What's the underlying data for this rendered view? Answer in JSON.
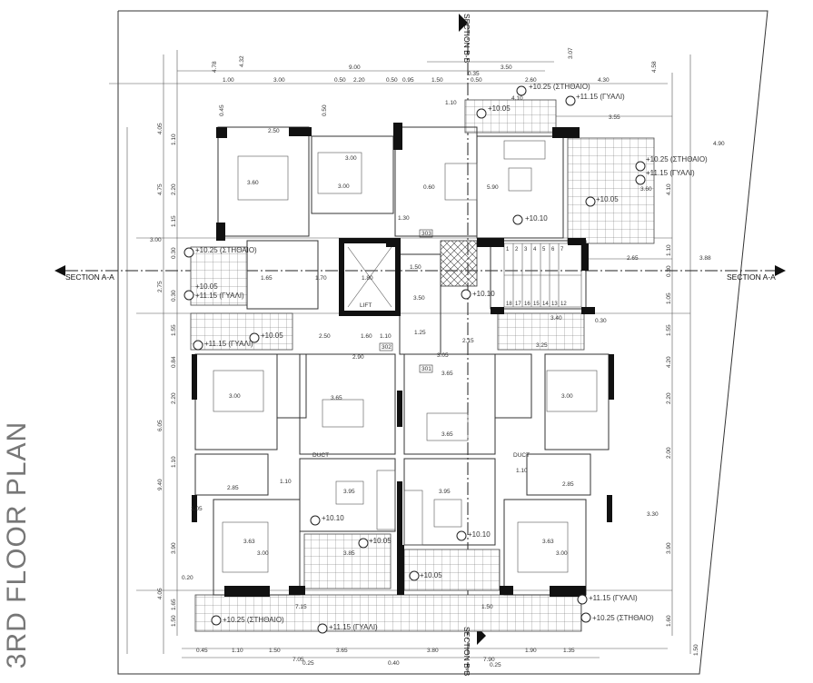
{
  "title": "3RD FLOOR PLAN",
  "sections": {
    "a_left": "SECTION A-A",
    "a_right": "SECTION A-A",
    "b_top": "SECTION B-B",
    "b_bottom": "SECTION B-B"
  },
  "levels": {
    "top_roof": "+10.25 (ΣΤΗΘΑΙΟ)",
    "top_gyali": "+11.15 (ΓΥΑΛΙ)",
    "top_balcony": "+10.05",
    "right_roof": "+10.25 (ΣΤΗΘΑΙΟ)",
    "right_gyali": "+11.15 (ΓΥΑΛΙ)",
    "right_balcony": "+10.05",
    "living_top": "+10.10",
    "left_roof": "+10.25 (ΣΤΗΘΑΙΟ)",
    "left_gyali": "+11.15 (ΓΥΑΛΙ)",
    "left_balcony": "+10.05",
    "mid_left_gyali": "+11.15 (ΓΥΑΛΙ)",
    "mid_left_balcony": "+10.05",
    "lobby": "+10.10",
    "apt302": "+10.10",
    "apt301": "+10.10",
    "bottom_balcony_left": "+10.05",
    "bottom_balcony_right": "+10.05",
    "bottom_roof_left": "+10.25 (ΣΤΗΘΑΙΟ)",
    "bottom_gyali": "+11.15 (ΓΥΑΛΙ)",
    "bottom_right_gyali": "+11.15 (ΓΥΑΛΙ)",
    "bottom_right_roof": "+10.25 (ΣΤΗΘΑΙΟ)"
  },
  "labels": {
    "lift": "LIFT",
    "duct_left": "DUCT",
    "duct_right": "DUCT",
    "apt_303": "303",
    "apt_302": "302",
    "apt_301": "301"
  },
  "dims_top": [
    "9.00",
    "3.50",
    "1.00",
    "3.00",
    "0.50",
    "2.20",
    "0.50",
    "0.95",
    "1.50",
    "0.50",
    "2.60",
    "4.30",
    "0.35",
    "3.55",
    "4.10",
    "1.10",
    "4.78",
    "4.32",
    "4.58",
    "3.07",
    "0.45",
    "0.50"
  ],
  "dims_left": [
    "4.05",
    "1.10",
    "2.20",
    "4.75",
    "1.15",
    "3.00",
    "0.30",
    "2.75",
    "0.30",
    "1.55",
    "0.84",
    "2.20",
    "6.05",
    "1.10",
    "9.40",
    "1.05",
    "3.90",
    "0.20",
    "4.05",
    "1.65",
    "1.50"
  ],
  "dims_right": [
    "4.90",
    "4.10",
    "1.10",
    "3.88",
    "0.30",
    "1.05",
    "1.55",
    "4.20",
    "2.20",
    "2.00",
    "3.30",
    "3.90",
    "1.60",
    "1.50",
    "0.30"
  ],
  "dims_bottom": [
    "0.45",
    "1.10",
    "1.50",
    "3.65",
    "3.80",
    "1.90",
    "1.35",
    "7.05",
    "7.90",
    "0.25",
    "0.40",
    "0.25",
    "7.15",
    "1.50"
  ],
  "dims_inner": [
    "2.50",
    "3.00",
    "3.60",
    "3.00",
    "5.90",
    "0.60",
    "1.30",
    "1.50",
    "1.80",
    "1.70",
    "1.65",
    "2.50",
    "1.60",
    "1.10",
    "1.25",
    "2.15",
    "3.05",
    "3.65",
    "3.65",
    "3.65",
    "3.00",
    "3.00",
    "3.95",
    "3.95",
    "3.63",
    "3.00",
    "3.63",
    "3.00",
    "2.85",
    "2.85",
    "1.10",
    "1.10",
    "3.85",
    "3.60",
    "2.65",
    "3.40",
    "3.25",
    "3.50",
    "2.90"
  ],
  "stair_numbers": [
    "1",
    "2",
    "3",
    "4",
    "5",
    "6",
    "7",
    "18",
    "17",
    "16",
    "15",
    "14",
    "13",
    "12"
  ]
}
